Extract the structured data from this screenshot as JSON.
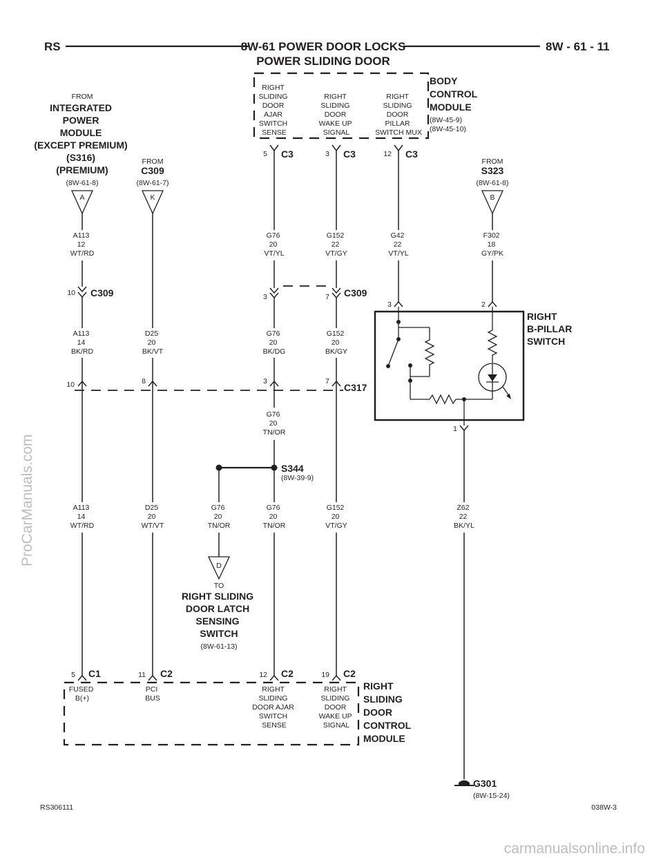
{
  "header": {
    "left": "RS",
    "title_line1": "8W-61 POWER DOOR LOCKS",
    "title_line2": "POWER SLIDING DOOR",
    "right": "8W - 61 - 11"
  },
  "footer": {
    "left": "RS306111",
    "right": "038W-3"
  },
  "watermarks": {
    "left": "ProCarManuals.com",
    "bottom": "carmanualsonline.info"
  },
  "bcm": {
    "name": [
      "BODY",
      "CONTROL",
      "MODULE"
    ],
    "refs": [
      "(8W-45-9)",
      "(8W-45-10)"
    ],
    "pins": [
      {
        "label": [
          "RIGHT",
          "SLIDING",
          "DOOR",
          "AJAR",
          "SWITCH",
          "SENSE"
        ],
        "pin": "5",
        "conn": "C3"
      },
      {
        "label": [
          "RIGHT",
          "SLIDING",
          "DOOR",
          "WAKE UP",
          "SIGNAL"
        ],
        "pin": "3",
        "conn": "C3"
      },
      {
        "label": [
          "RIGHT",
          "SLIDING",
          "DOOR",
          "PILLAR",
          "SWITCH MUX"
        ],
        "pin": "12",
        "conn": "C3"
      }
    ]
  },
  "sources": {
    "ipm": {
      "from": "FROM",
      "name": [
        "INTEGRATED",
        "POWER",
        "MODULE",
        "(EXCEPT PREMIUM)",
        "(S316)",
        "(PREMIUM)"
      ],
      "ref": "(8W-61-8)",
      "letter": "A"
    },
    "c309": {
      "from": "FROM",
      "name": "C309",
      "ref": "(8W-61-7)",
      "letter": "K"
    },
    "s323": {
      "from": "FROM",
      "name": "S323",
      "ref": "(8W-61-8)",
      "letter": "B"
    }
  },
  "wires": {
    "a113_top": [
      "A113",
      "12",
      "WT/RD"
    ],
    "g76_top": [
      "G76",
      "20",
      "VT/YL"
    ],
    "g152_top": [
      "G152",
      "22",
      "VT/GY"
    ],
    "g42": [
      "G42",
      "22",
      "VT/YL"
    ],
    "f302": [
      "F302",
      "18",
      "GY/PK"
    ],
    "a113_mid": [
      "A113",
      "14",
      "BK/RD"
    ],
    "d25_mid": [
      "D25",
      "20",
      "BK/VT"
    ],
    "g76_mid": [
      "G76",
      "20",
      "BK/DG"
    ],
    "g152_mid": [
      "G152",
      "20",
      "BK/GY"
    ],
    "g76_lower": [
      "G76",
      "20",
      "TN/OR"
    ],
    "a113_bot": [
      "A113",
      "14",
      "WT/RD"
    ],
    "d25_bot": [
      "D25",
      "20",
      "WT/VT"
    ],
    "g76_branch": [
      "G76",
      "20",
      "TN/OR"
    ],
    "g76_bot": [
      "G76",
      "20",
      "TN/OR"
    ],
    "g152_bot": [
      "G152",
      "20",
      "VT/GY"
    ],
    "z62": [
      "Z62",
      "22",
      "BK/YL"
    ]
  },
  "connectors": {
    "c309_a": {
      "pin": "10",
      "name": "C309"
    },
    "c309_b": {
      "pin3": "3",
      "pin7": "7",
      "name": "C309"
    },
    "c317": {
      "pin10": "10",
      "pin8": "8",
      "pin3": "3",
      "pin7": "7",
      "name": "C317"
    },
    "pillar": {
      "pin3": "3",
      "pin2": "2",
      "pin1": "1"
    }
  },
  "pillar_switch": {
    "name": [
      "RIGHT",
      "B-PILLAR",
      "SWITCH"
    ]
  },
  "splice": {
    "name": "S344",
    "ref": "(8W-39-9)"
  },
  "latch": {
    "letter": "D",
    "to": "TO",
    "name": [
      "RIGHT SLIDING",
      "DOOR LATCH",
      "SENSING",
      "SWITCH"
    ],
    "ref": "(8W-61-13)"
  },
  "sdcm": {
    "name": [
      "RIGHT",
      "SLIDING",
      "DOOR",
      "CONTROL",
      "MODULE"
    ],
    "pins": [
      {
        "pin": "5",
        "conn": "C1",
        "label": [
          "FUSED",
          "B(+)"
        ]
      },
      {
        "pin": "11",
        "conn": "C2",
        "label": [
          "PCI",
          "BUS"
        ]
      },
      {
        "pin": "12",
        "conn": "C2",
        "label": [
          "RIGHT",
          "SLIDING",
          "DOOR AJAR",
          "SWITCH",
          "SENSE"
        ]
      },
      {
        "pin": "19",
        "conn": "C2",
        "label": [
          "RIGHT",
          "SLIDING",
          "DOOR",
          "WAKE UP",
          "SIGNAL"
        ]
      }
    ]
  },
  "ground": {
    "name": "G301",
    "ref": "(8W-15-24)"
  }
}
